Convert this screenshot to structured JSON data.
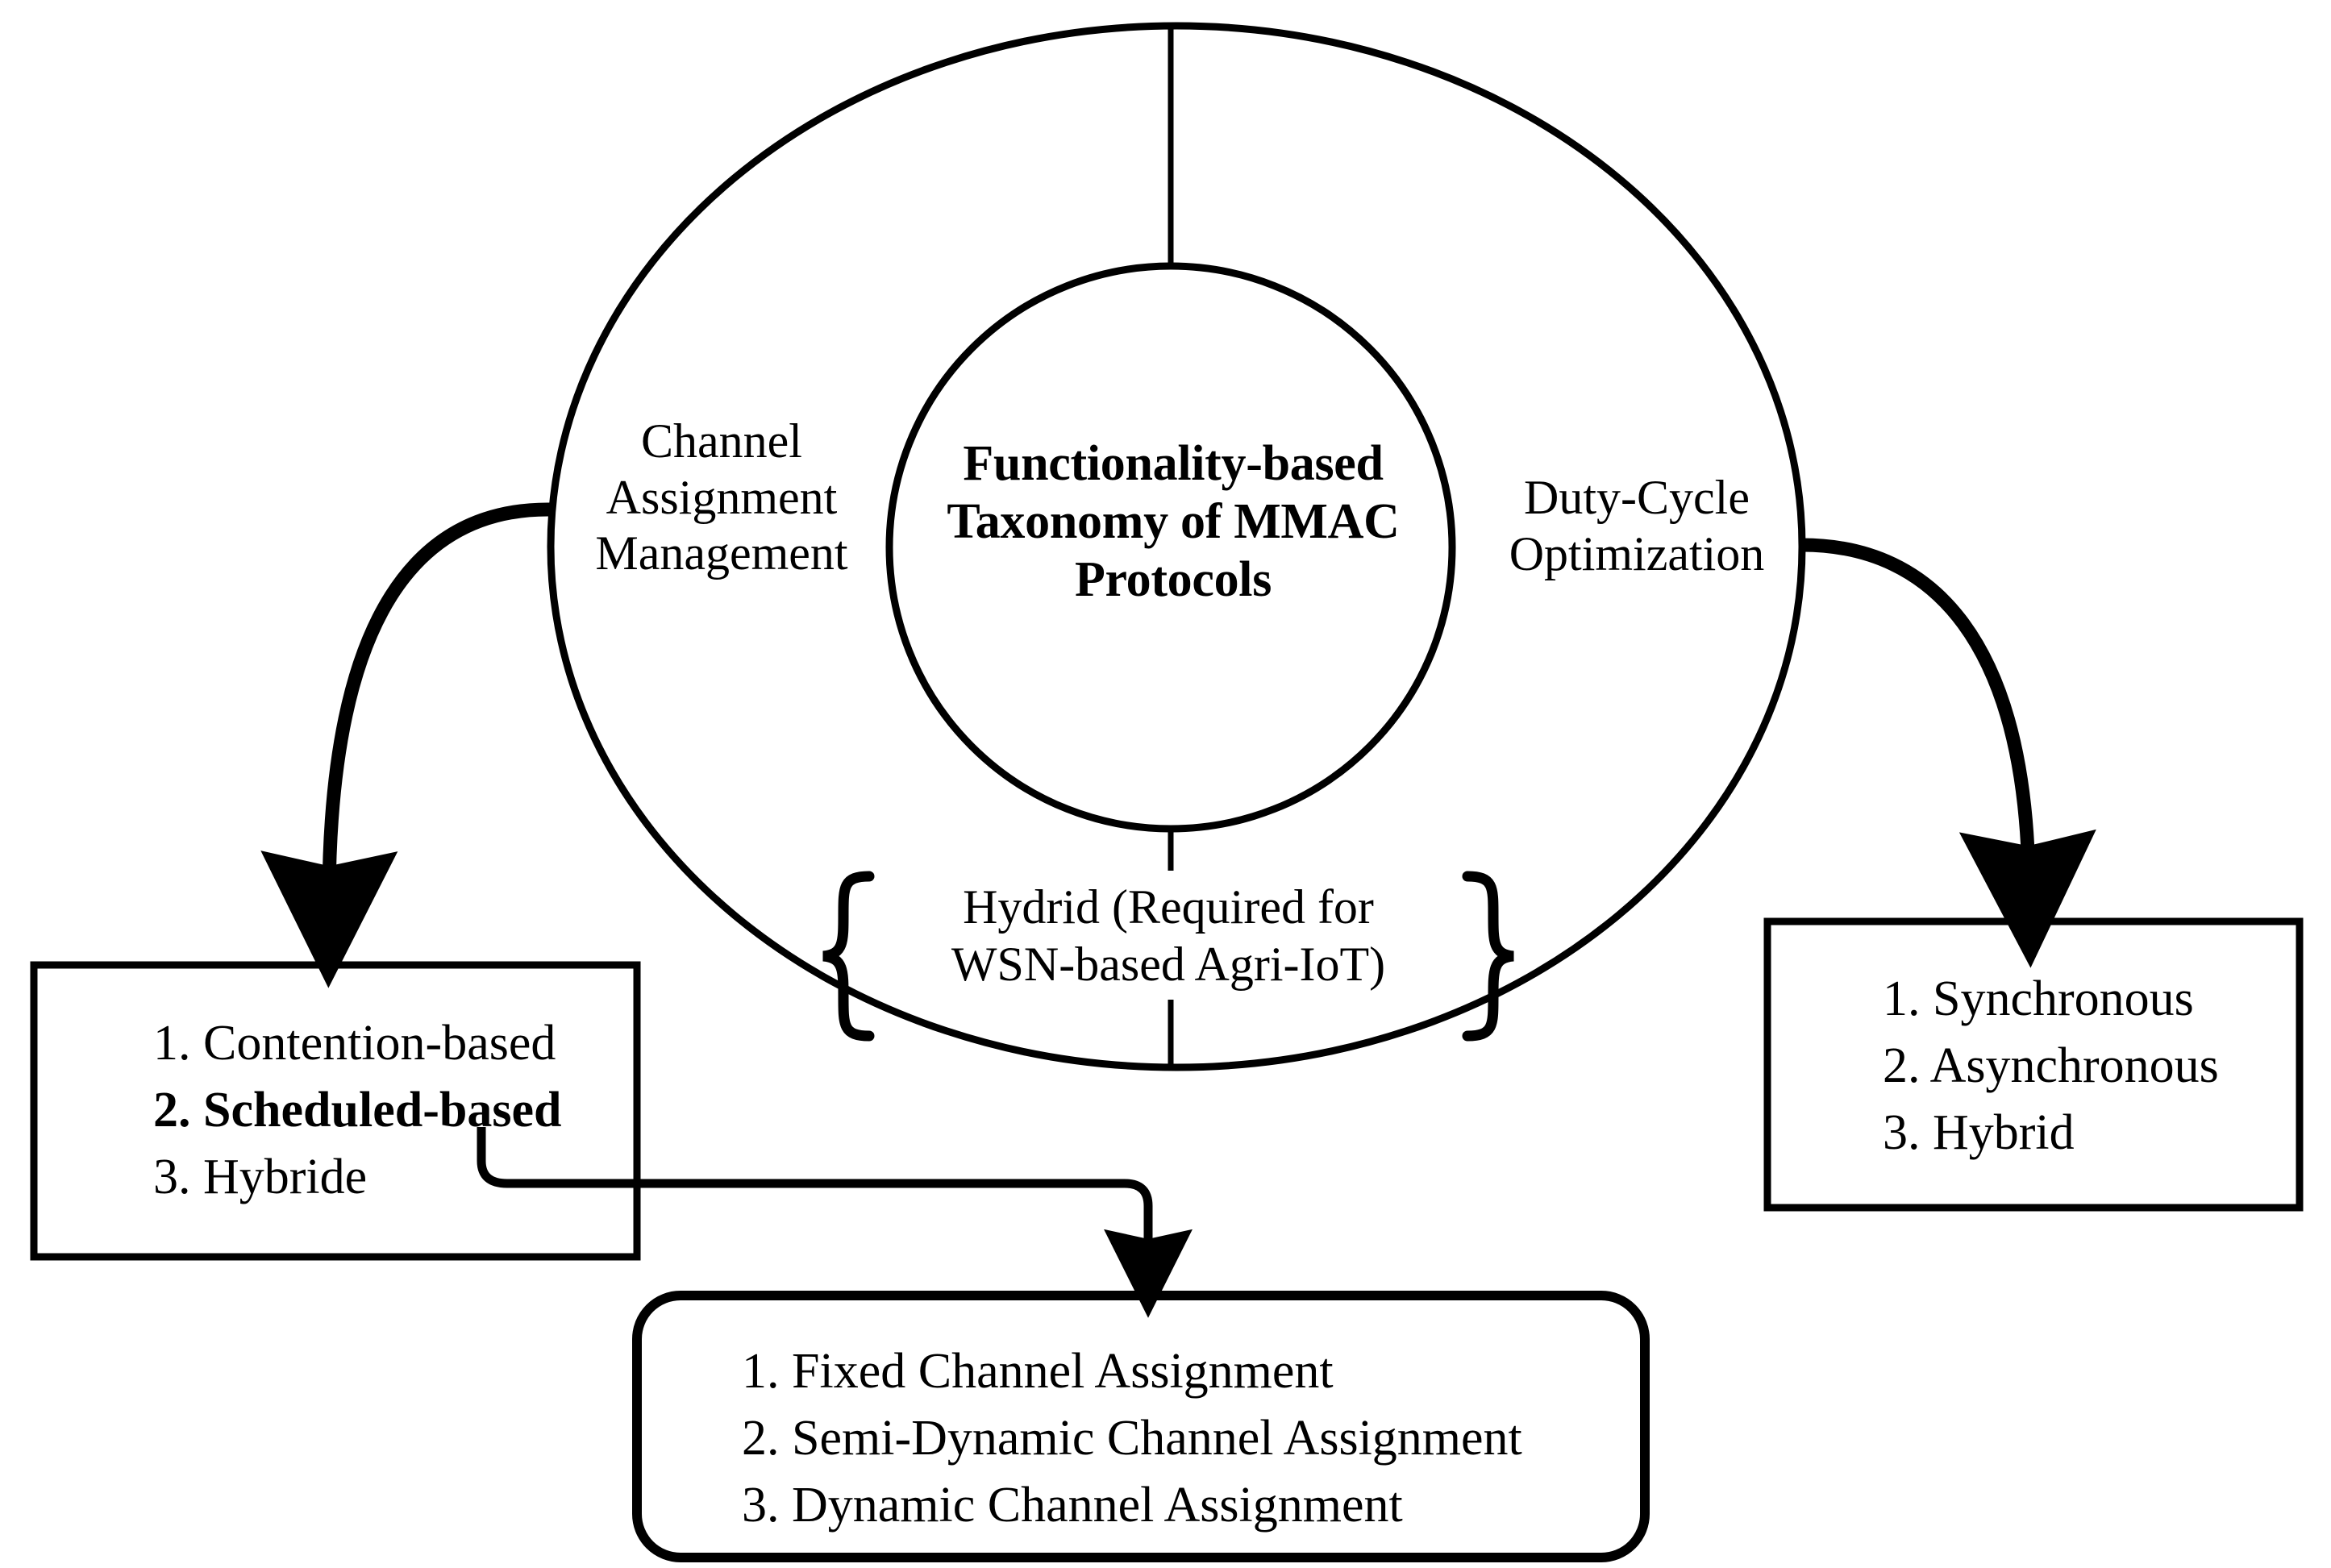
{
  "diagram": {
    "title": "Functionality-based Taxonomy of MMAC Protocols",
    "center": {
      "lines": [
        "Functionality-based",
        "Taxonomy of MMAC",
        "Protocols"
      ],
      "text": "Functionality-based Taxonomy of MMAC Protocols"
    },
    "segments": {
      "left_label": {
        "lines": [
          "Channel",
          "Assignment",
          "Management"
        ],
        "text": "Channel Assignment Management"
      },
      "right_label": {
        "lines": [
          "Duty-Cycle",
          "Optimization"
        ],
        "text": "Duty-Cycle Optimization"
      },
      "bottom_label": {
        "lines": [
          "Hydrid (Required for",
          "WSN-based Agri-IoT)"
        ],
        "text": "Hydrid (Required for WSN-based Agri-IoT)",
        "brace_left": "{",
        "brace_right": "}"
      }
    },
    "boxes": {
      "left": {
        "name": "channel-assignment-management-box",
        "shape": "rectangle",
        "items": [
          {
            "num": "1.",
            "label": "Contention-based",
            "bold": false
          },
          {
            "num": "2.",
            "label": "Scheduled-based",
            "bold": true
          },
          {
            "num": "3.",
            "label": "Hybride",
            "bold": false
          }
        ]
      },
      "right": {
        "name": "duty-cycle-optimization-box",
        "shape": "rectangle",
        "items": [
          {
            "num": "1.",
            "label": "Synchronous",
            "bold": false
          },
          {
            "num": "2.",
            "label": "Asynchronous",
            "bold": false
          },
          {
            "num": "3.",
            "label": "Hybrid",
            "bold": false
          }
        ]
      },
      "bottom": {
        "name": "scheduled-based-detail-box",
        "shape": "rounded-rectangle",
        "items": [
          {
            "num": "1.",
            "label": "Fixed Channel Assignment",
            "bold": false
          },
          {
            "num": "2.",
            "label": "Semi-Dynamic Channel Assignment",
            "bold": false
          },
          {
            "num": "3.",
            "label": "Dynamic Channel Assignment",
            "bold": false
          }
        ]
      }
    },
    "connectors": [
      {
        "name": "arrow-left",
        "from": "outer-ellipse-left",
        "to": "channel-assignment-management-box",
        "style": "curved-arrow"
      },
      {
        "name": "arrow-right",
        "from": "outer-ellipse-right",
        "to": "duty-cycle-optimization-box",
        "style": "curved-arrow"
      },
      {
        "name": "arrow-scheduled-based",
        "from": "scheduled-based-item",
        "to": "scheduled-based-detail-box",
        "style": "elbow-arrow"
      }
    ],
    "colors": {
      "stroke": "#000000",
      "background": "#ffffff",
      "text": "#000000"
    }
  }
}
